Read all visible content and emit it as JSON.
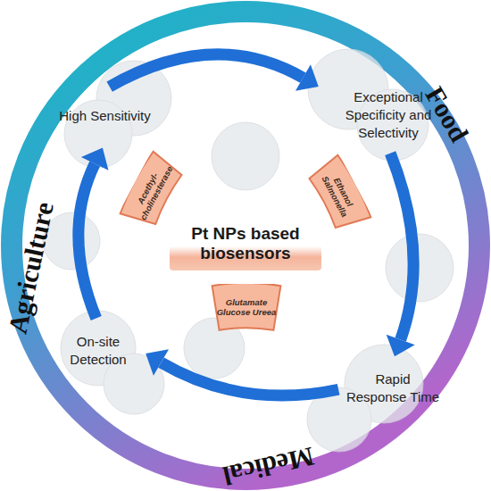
{
  "diagram": {
    "nodes": [
      {
        "text": [
          "High Sensitivity"
        ]
      },
      {
        "text": [
          "Exceptional Specificity and Selectivity"
        ]
      },
      {
        "text": [
          "Rapid Response Time"
        ]
      },
      {
        "text": [
          "On-site Detection"
        ]
      },
      {
        "text": [
          "Pt NPs based biosensors"
        ]
      },
      {
        "text": [
          "Acethyl-cholinesterase"
        ]
      },
      {
        "text": [
          "Ethanol Salmonella"
        ]
      },
      {
        "text": [
          "Glutamate Glucose Ureea"
        ]
      }
    ],
    "edges": [
      {
        "from": 0,
        "to": 1,
        "arrow": "to"
      },
      {
        "from": 1,
        "to": 2,
        "arrow": "to"
      },
      {
        "from": 2,
        "to": 3,
        "arrow": "to"
      },
      {
        "from": 3,
        "to": 0,
        "arrow": "to"
      }
    ],
    "labels": [
      "Agriculture",
      "Food",
      "Medical"
    ]
  }
}
